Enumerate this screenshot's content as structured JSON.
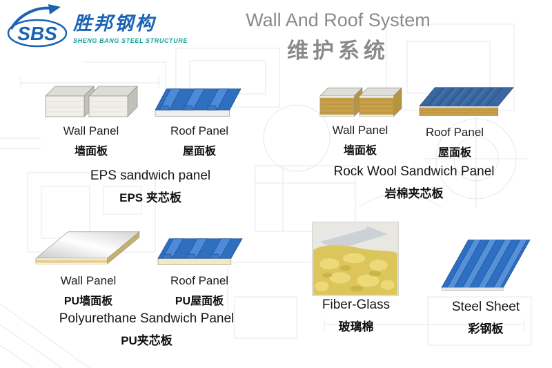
{
  "header": {
    "title_en": "Wall And Roof System",
    "title_zh": "维护系统"
  },
  "logo": {
    "abbr": "SBS",
    "company_zh": "胜邦钢构",
    "company_en": "SHENG BANG STEEL STRUCTURE"
  },
  "sections": {
    "eps": {
      "wall_en": "Wall Panel",
      "wall_zh": "墙面板",
      "roof_en": "Roof Panel",
      "roof_zh": "屋面板",
      "name_en": "EPS sandwich panel",
      "name_zh": "EPS 夹芯板"
    },
    "rockwool": {
      "wall_en": "Wall Panel",
      "wall_zh": "墙面板",
      "roof_en": "Roof Panel",
      "roof_zh": "屋面板",
      "name_en": "Rock Wool Sandwich Panel",
      "name_zh": "岩棉夹芯板"
    },
    "pu": {
      "wall_en": "Wall Panel",
      "wall_zh": "PU墙面板",
      "roof_en": "Roof Panel",
      "roof_zh": "PU屋面板",
      "name_en": "Polyurethane Sandwich Panel",
      "name_zh": "PU夹芯板"
    },
    "fiberglass": {
      "name_en": "Fiber-Glass",
      "name_zh": "玻璃棉"
    },
    "steel": {
      "name_en": "Steel Sheet",
      "name_zh": "彩钢板"
    }
  },
  "colors": {
    "title_gray": "#8a8a8a",
    "logo_blue": "#1a63b5",
    "logo_teal": "#12a09a",
    "panel_blue": "#2e6fc4",
    "rockwool_yellow": "#c8a049",
    "glasswool_yellow": "#dcc65c"
  }
}
